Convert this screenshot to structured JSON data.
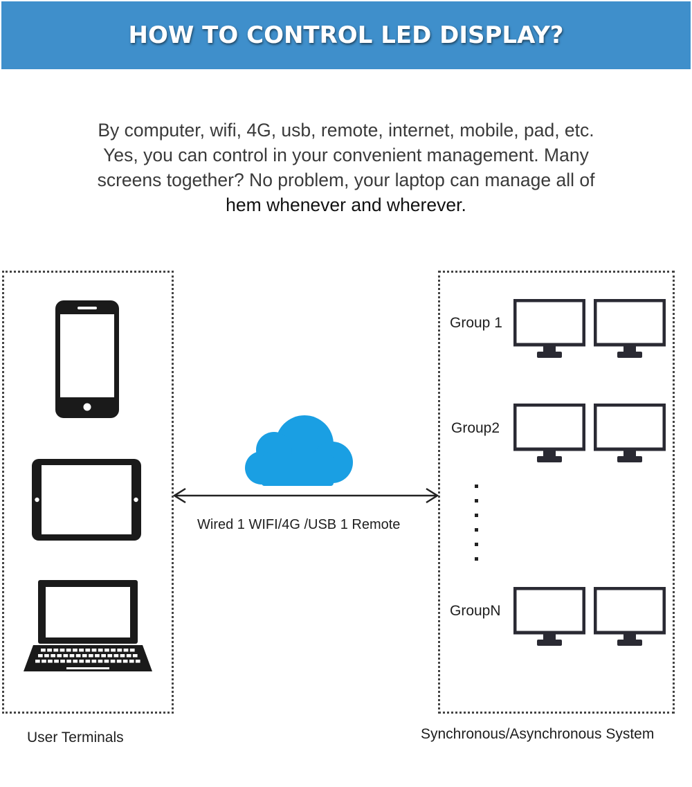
{
  "header": {
    "title": "HOW TO CONTROL LED DISPLAY?"
  },
  "intro": {
    "lines": [
      "By computer, wifi, 4G, usb, remote, internet, mobile, pad, etc.",
      "Yes, you can control in your convenient management. Many",
      "screens together? No problem, your laptop can manage all of",
      "hem whenever and wherever."
    ]
  },
  "diagram": {
    "left_caption": "User Terminals",
    "right_caption": "Synchronous/Asynchronous System",
    "connection_label": "Wired 1 WIFI/4G /USB 1 Remote",
    "groups": [
      {
        "label": "Group 1"
      },
      {
        "label": "Group2"
      },
      {
        "label": "GroupN"
      }
    ],
    "terminals": [
      "phone-icon",
      "tablet-icon",
      "laptop-icon"
    ]
  },
  "colors": {
    "banner": "#3f8fcb",
    "cloud": "#1a9fe3",
    "device": "#1a1a1a",
    "monitor": "#2a2a33"
  }
}
